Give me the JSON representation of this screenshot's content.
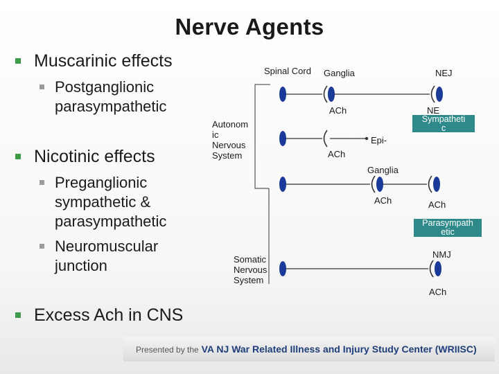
{
  "title": "Nerve Agents",
  "bullets": {
    "muscarinic": "Muscarinic effects",
    "postganglionic_line1": "Postganglionic",
    "postganglionic_line2": "parasympathetic",
    "nicotinic": "Nicotinic effects",
    "preganglionic_line1": "Preganglionic",
    "preganglionic_line2": "sympathetic &",
    "preganglionic_line3": "parasympathetic",
    "neuromuscular_line1": "Neuromuscular",
    "neuromuscular_line2": "junction",
    "excess_ach": "Excess Ach in CNS"
  },
  "diagram": {
    "spinal_cord": "Spinal Cord",
    "ganglia_top": "Ganglia",
    "nej": "NEJ",
    "ach_1": "ACh",
    "ne": "NE",
    "sympathetic_line1": "Sympatheti",
    "sympathetic_line2": "c",
    "autonomic_line1": "Autonom",
    "autonomic_line2": "ic",
    "autonomic_line3": "Nervous",
    "autonomic_line4": "System",
    "epi": "Epi-",
    "ach_2": "ACh",
    "ganglia_mid": "Ganglia",
    "ach_3": "ACh",
    "ach_4": "ACh",
    "parasympathetic_line1": "Parasympath",
    "parasympathetic_line2": "etic",
    "somatic_line1": "Somatic",
    "somatic_line2": "Nervous",
    "somatic_line3": "System",
    "nmj": "NMJ",
    "ach_5": "ACh"
  },
  "footer": {
    "presented_by": "Presented by the",
    "organization": "VA NJ War Related Illness and Injury Study Center (WRIISC)"
  },
  "colors": {
    "bullet_main": "#3f9b47",
    "bullet_sub": "#9b9b9b",
    "label_box": "#2e8a8a",
    "footer_org": "#1f3d7a"
  }
}
